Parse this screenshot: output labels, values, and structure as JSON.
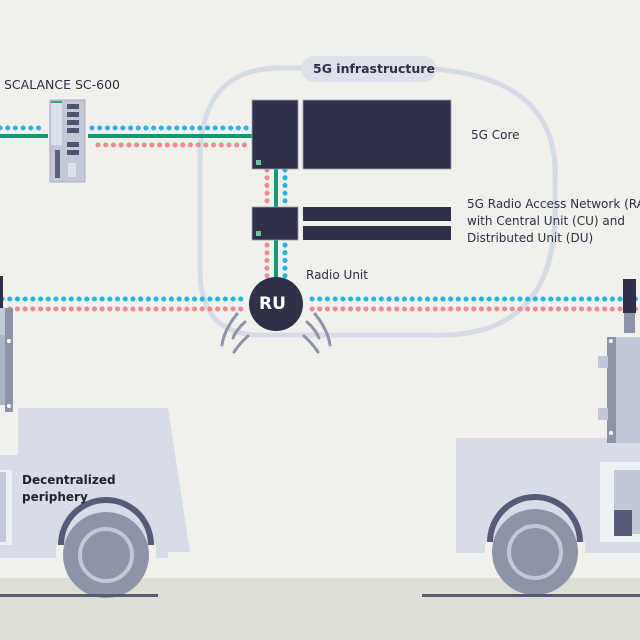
{
  "diagram": {
    "infrastructure_label": "5G infrastructure",
    "switch_label": "SCALANCE SC-600",
    "core_label": "5G Core",
    "ran_label_lines": [
      "5G Radio Access Network (RA",
      "with Central Unit (CU) and",
      "Distributed Unit (DU)"
    ],
    "radio_unit_label": "Radio Unit",
    "ru_badge": "RU",
    "periphery_label_lines": [
      "Decentralized",
      "periphery"
    ]
  },
  "colors": {
    "background": "#f1f0ec",
    "ground": "#deddd6",
    "device_dark": "#2f3149",
    "cable_green": "#109b76",
    "dot_blue": "#1fb6e6",
    "dot_red": "#f08a8e",
    "boundary": "#d6dbe6",
    "vehicle_body": "#d8dce6",
    "wheel": "#8f93a8",
    "wheel_arch": "#575b78"
  }
}
